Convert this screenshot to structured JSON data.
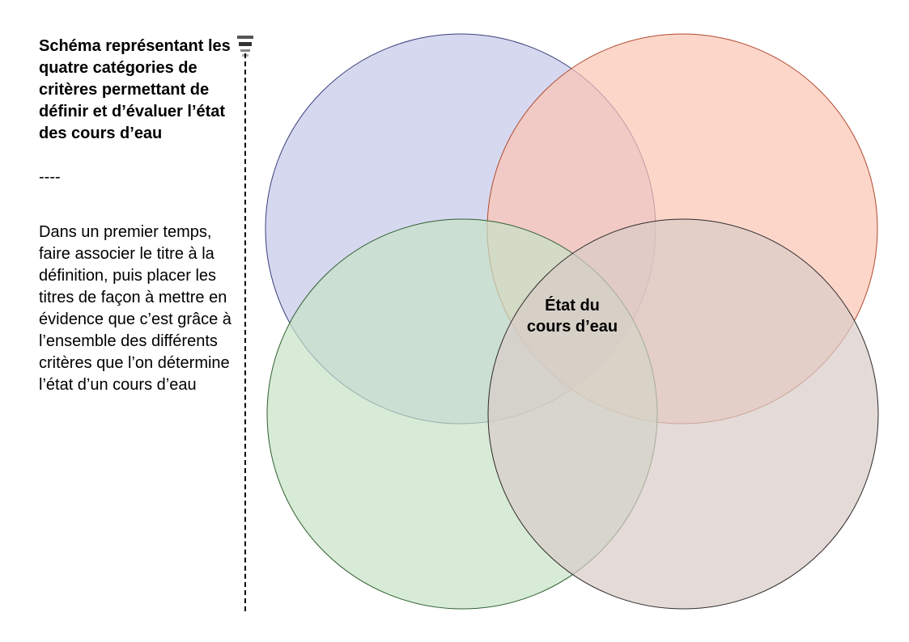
{
  "sidebar": {
    "title": "Schéma représentant les quatre catégories de critères permettant de définir et d’évaluer l’état des cours d’eau",
    "separator": "----",
    "instructions": "Dans un premier temps, faire associer le titre à la définition, puis placer les titres de façon à mettre en évidence que c’est grâce à l’ensemble des différents critères que l’on détermine l’état d’un cours d’eau"
  },
  "diagram": {
    "center_label_line1": "État du",
    "center_label_line2": "cours d’eau",
    "circles": [
      {
        "name": "top-left-circle",
        "fill": "#C5C8EA",
        "stroke": "#3A3F7A"
      },
      {
        "name": "top-right-circle",
        "fill": "#FCC4B4",
        "stroke": "#B04A2E"
      },
      {
        "name": "bottom-left-circle",
        "fill": "#C6E3C6",
        "stroke": "#2F5F2F"
      },
      {
        "name": "bottom-right-circle",
        "fill": "#D8CCC8",
        "stroke": "#2E2A28"
      }
    ]
  }
}
